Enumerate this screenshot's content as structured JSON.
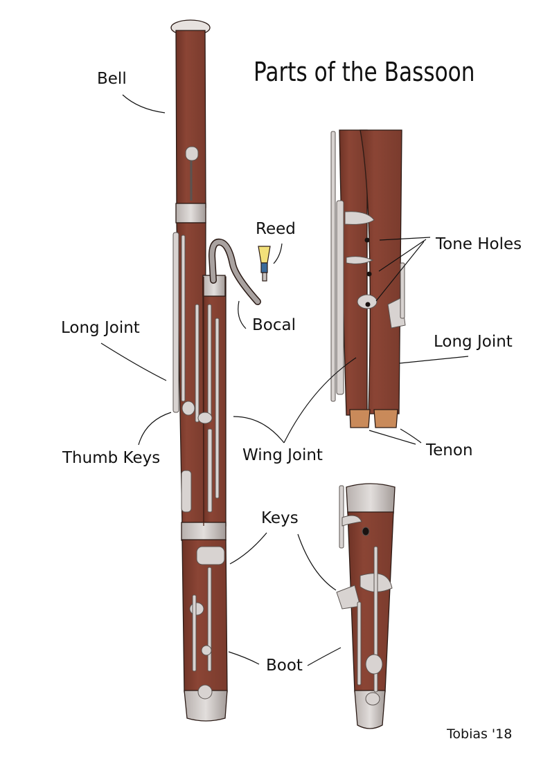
{
  "title": "Parts of the Bassoon",
  "signature": "Tobias '18",
  "labels": {
    "bell": "Bell",
    "reed": "Reed",
    "bocal": "Bocal",
    "long_joint_left": "Long Joint",
    "thumb_keys": "Thumb Keys",
    "wing_joint": "Wing Joint",
    "keys": "Keys",
    "boot_left": "Boot",
    "tone_holes": "Tone Holes",
    "long_joint_right": "Long Joint",
    "tenon": "Tenon"
  },
  "colors": {
    "wood": "#8b4535",
    "wood_dark": "#6e3326",
    "metal": "#c9c3c0",
    "metal_dark": "#8f8784",
    "cork": "#c98a5a",
    "outline": "#2a1a15",
    "reed_tip": "#f2e07a",
    "reed_thread": "#3a6a9a"
  }
}
